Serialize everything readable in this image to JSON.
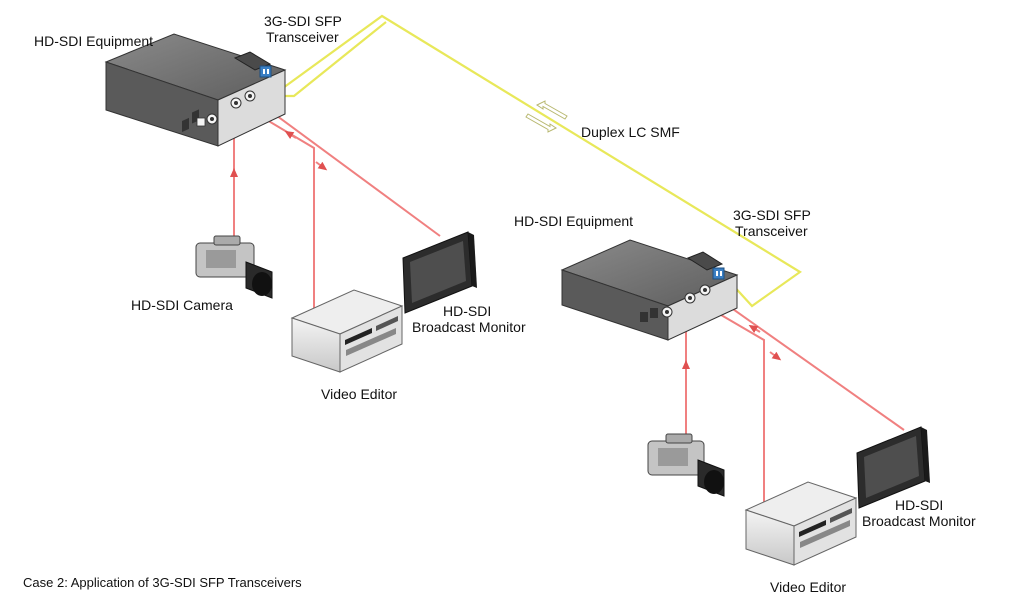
{
  "labels": {
    "equip_1": "HD-SDI Equipment",
    "sfp_1_line1": "3G-SDI SFP",
    "sfp_1_line2": "Transceiver",
    "fiber": "Duplex LC SMF",
    "camera_1": "HD-SDI Camera",
    "monitor_1_line1": "HD-SDI",
    "monitor_1_line2": "Broadcast Monitor",
    "editor_1": "Video Editor",
    "equip_2": "HD-SDI Equipment",
    "sfp_2_line1": "3G-SDI SFP",
    "sfp_2_line2": "Transceiver",
    "monitor_2_line1": "HD-SDI",
    "monitor_2_line2": "Broadcast Monitor",
    "editor_2": "Video Editor",
    "caption": "Case 2: Application of 3G-SDI SFP Transceivers"
  },
  "colors": {
    "fiber": "#e8e85a",
    "coax": "#f08080",
    "equipment_top": "#6f6f6f",
    "equipment_front": "#dcdcdc",
    "transceiver": "#3a7fc4"
  }
}
